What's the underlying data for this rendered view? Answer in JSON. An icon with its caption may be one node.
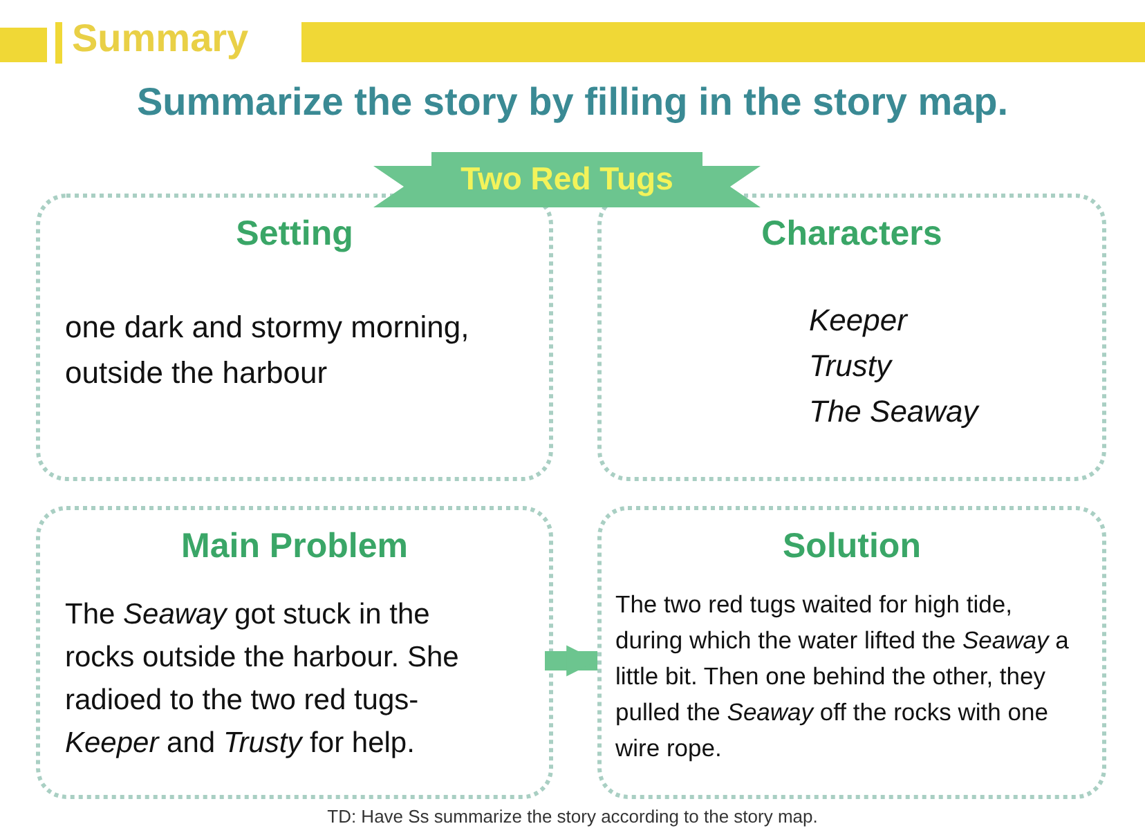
{
  "diagram": {
    "title": "Summarize the story by filling in the story map.",
    "nodes": [
      {
        "text": [
          "Two Red Tugs"
        ]
      },
      {
        "text": [
          "Setting",
          "one dark and stormy morning, outside the harbour"
        ]
      },
      {
        "text": [
          "Characters",
          "Keeper",
          "Trusty",
          "The Seaway"
        ]
      },
      {
        "text": [
          "Main Problem",
          "The *Seaway* got stuck in the rocks outside the harbour. She radioed to the two red tugs-*Keeper* and *Trusty* for help."
        ]
      },
      {
        "text": [
          "Solution",
          "The two red tugs waited for high tide, during which the water lifted the *Seaway* a little bit. Then one behind the other, they pulled the *Seaway* off the rocks with one wire rope."
        ]
      }
    ],
    "edges": [
      {
        "from": 3,
        "to": 4,
        "arrow": "to"
      }
    ],
    "labels": [
      "Summary",
      "TD: Have Ss summarize the story according to the story map."
    ]
  }
}
